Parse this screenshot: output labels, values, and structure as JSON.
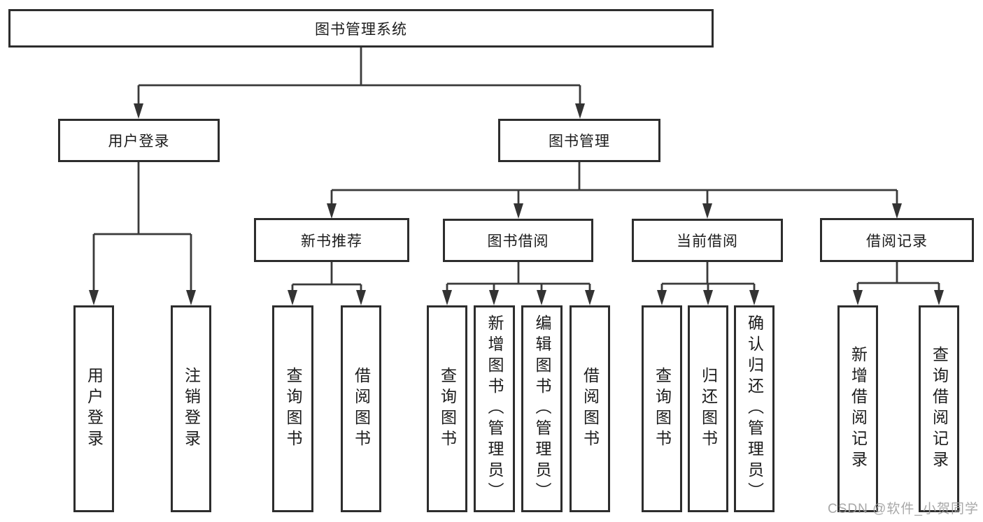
{
  "tree": {
    "root": "图书管理系统",
    "children": [
      {
        "label": "用户登录",
        "children": [
          {
            "label": "用户登录"
          },
          {
            "label": "注销登录"
          }
        ]
      },
      {
        "label": "图书管理",
        "children": [
          {
            "label": "新书推荐",
            "children": [
              {
                "label": "查询图书"
              },
              {
                "label": "借阅图书"
              }
            ]
          },
          {
            "label": "图书借阅",
            "children": [
              {
                "label": "查询图书"
              },
              {
                "label": "新增图书（管理员）"
              },
              {
                "label": "编辑图书（管理员）"
              },
              {
                "label": "借阅图书"
              }
            ]
          },
          {
            "label": "当前借阅",
            "children": [
              {
                "label": "查询图书"
              },
              {
                "label": "归还图书"
              },
              {
                "label": "确认归还（管理员）"
              }
            ]
          },
          {
            "label": "借阅记录",
            "children": [
              {
                "label": "新增借阅记录"
              },
              {
                "label": "查询借阅记录"
              }
            ]
          }
        ]
      }
    ]
  },
  "watermark": {
    "text": "CSDN @软件_小贺同学"
  },
  "colors": {
    "background": "#ffffff",
    "box_border": "#2d2d2d",
    "line": "#3a3a3a",
    "text": "#1c1c1c",
    "watermark": "#9e9e9e"
  }
}
